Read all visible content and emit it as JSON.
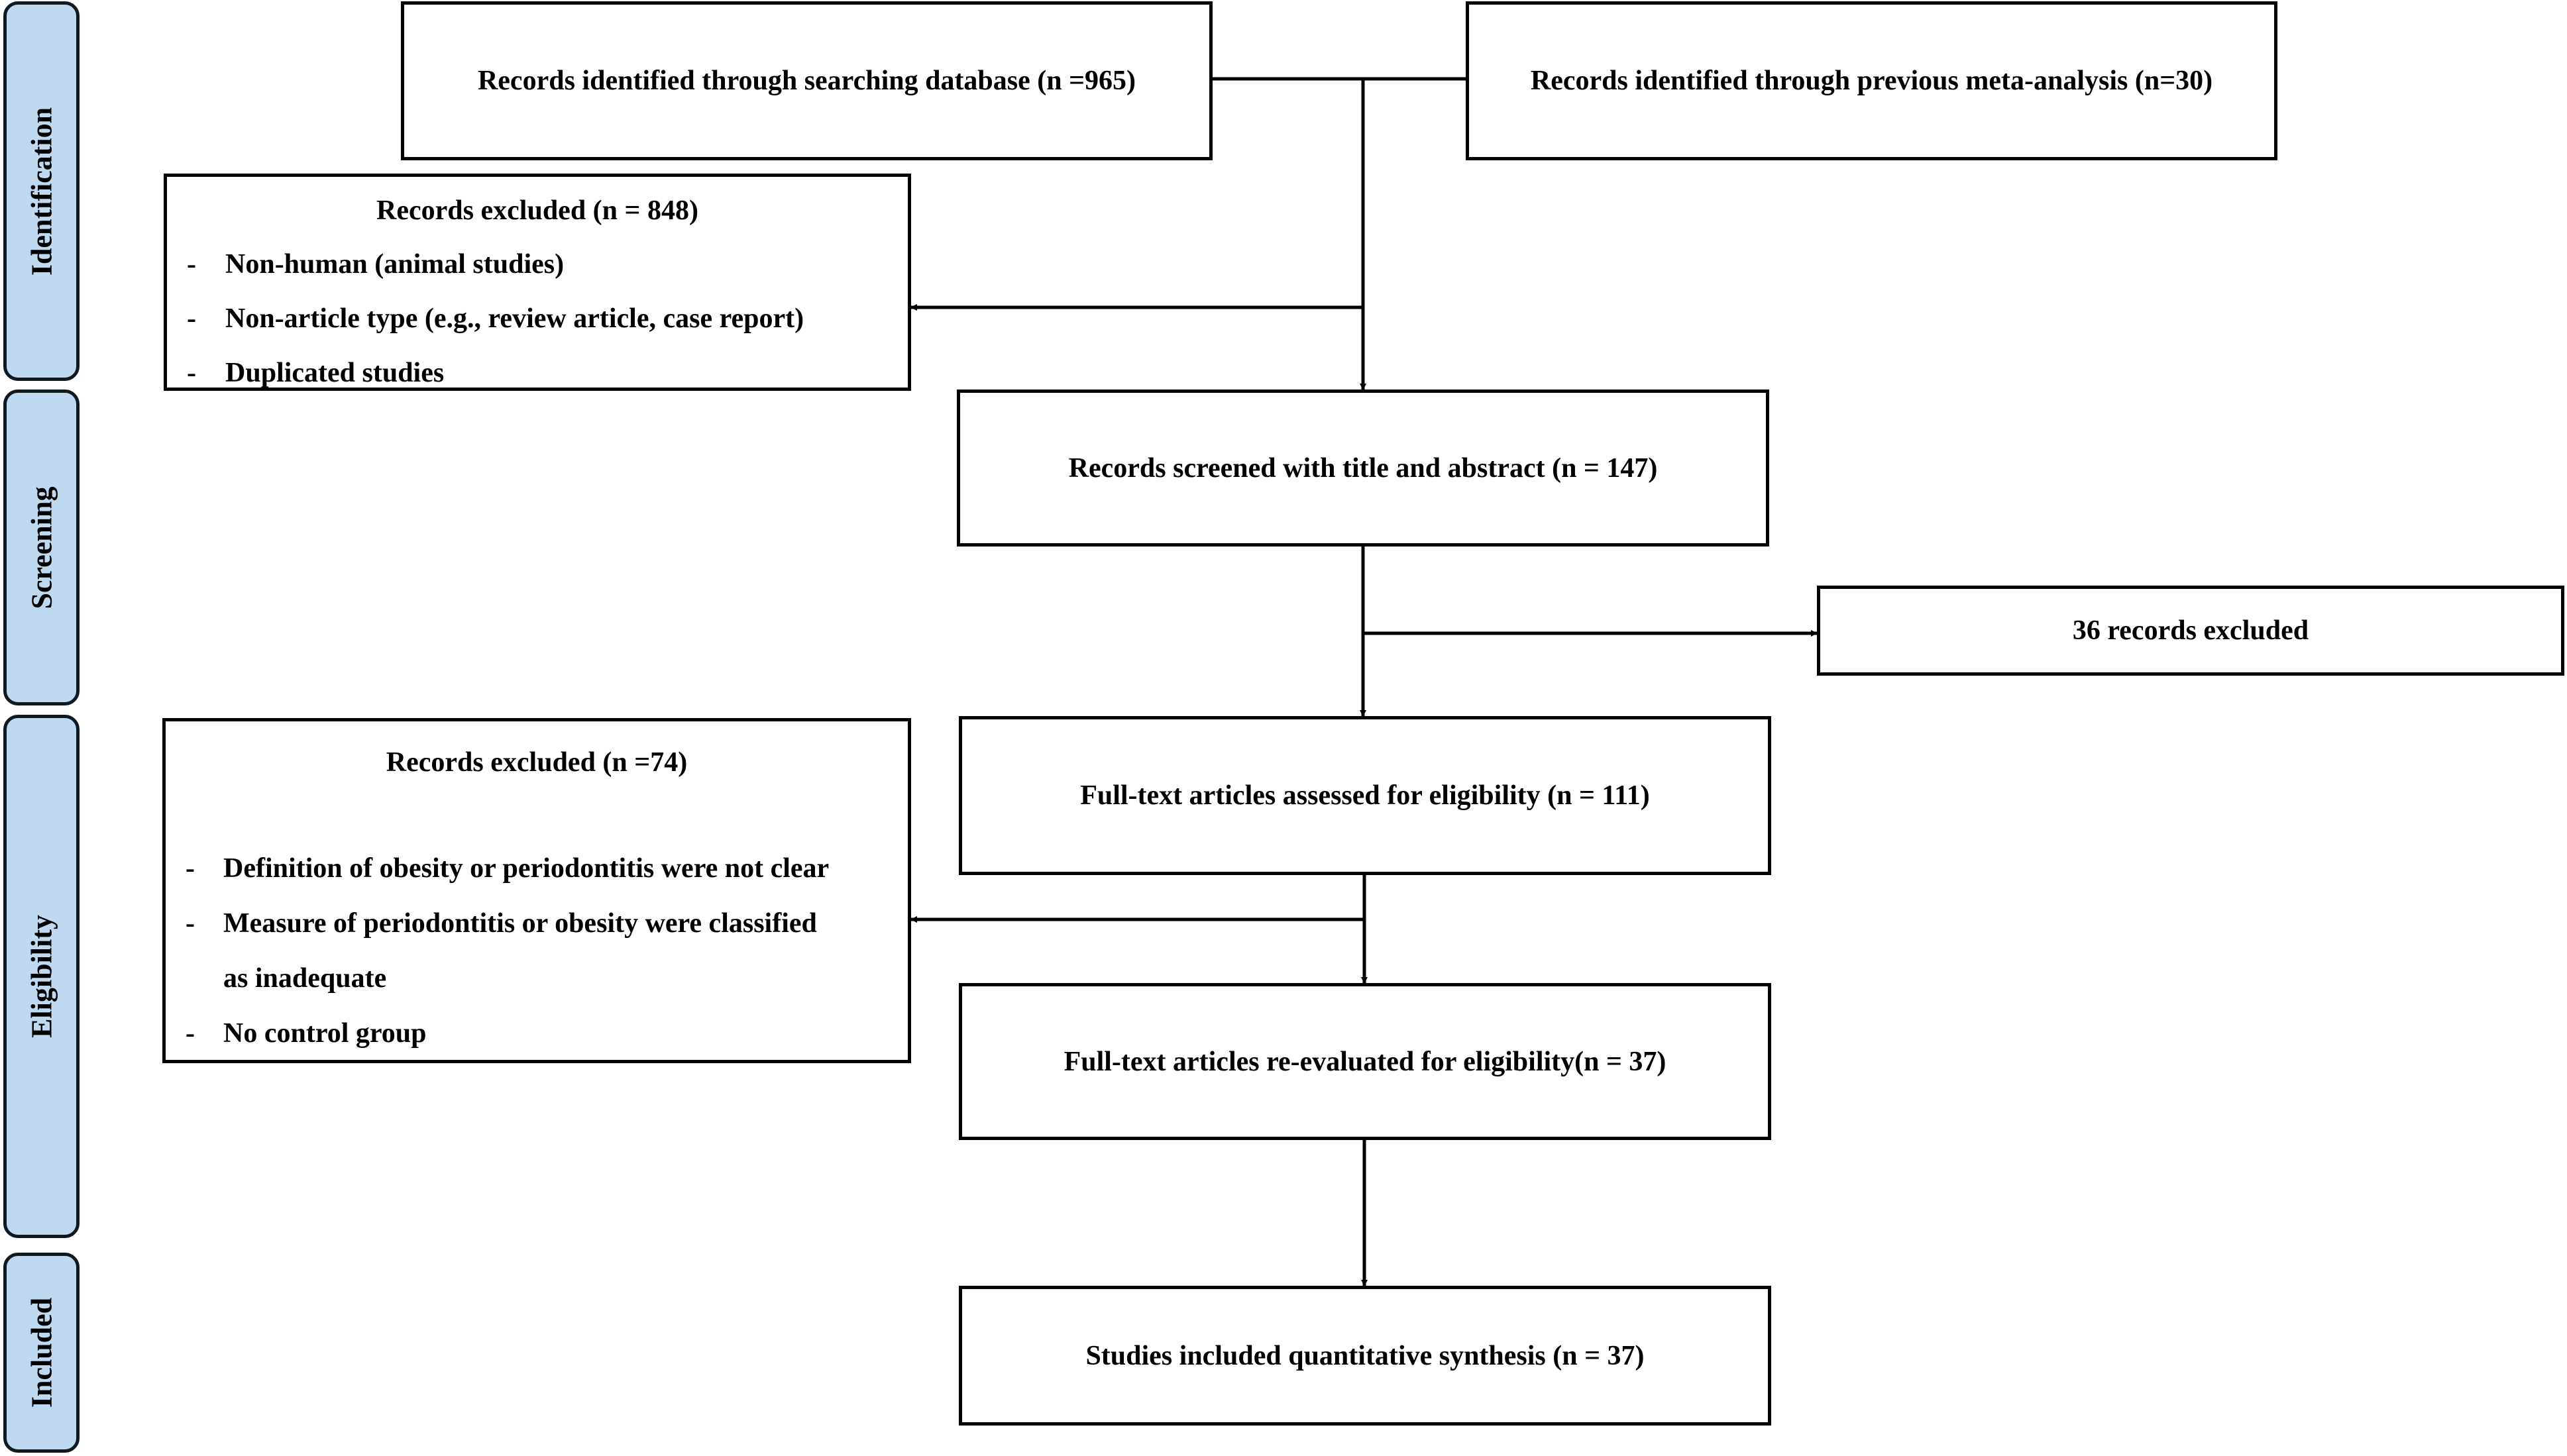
{
  "stages": [
    {
      "id": "identification",
      "label": "Identification"
    },
    {
      "id": "screening",
      "label": "Screening"
    },
    {
      "id": "eligibility",
      "label": "Eligibility"
    },
    {
      "id": "included",
      "label": "Included"
    }
  ],
  "boxes": {
    "db_search": "Records identified through searching database (n =965)",
    "prev_meta": "Records identified through previous meta-analysis (n=30)",
    "screened": "Records screened with title and abstract (n = 147)",
    "excluded_36": "36 records excluded",
    "fulltext": "Full-text articles assessed for eligibility (n = 111)",
    "reevaluated": "Full-text articles re-evaluated for eligibility(n = 37)",
    "included": "Studies included quantitative synthesis (n = 37)"
  },
  "excluded_848": {
    "title": "Records excluded (n = 848)",
    "items": [
      "Non-human (animal studies)",
      "Non-article type (e.g., review article,  case report)",
      "Duplicated studies"
    ]
  },
  "excluded_74": {
    "title": "Records excluded (n =74)",
    "items": [
      "Definition of obesity or periodontitis were not clear",
      "Measure of periodontitis or obesity were classified",
      "as inadequate",
      "No control group"
    ]
  },
  "bullet": "-"
}
